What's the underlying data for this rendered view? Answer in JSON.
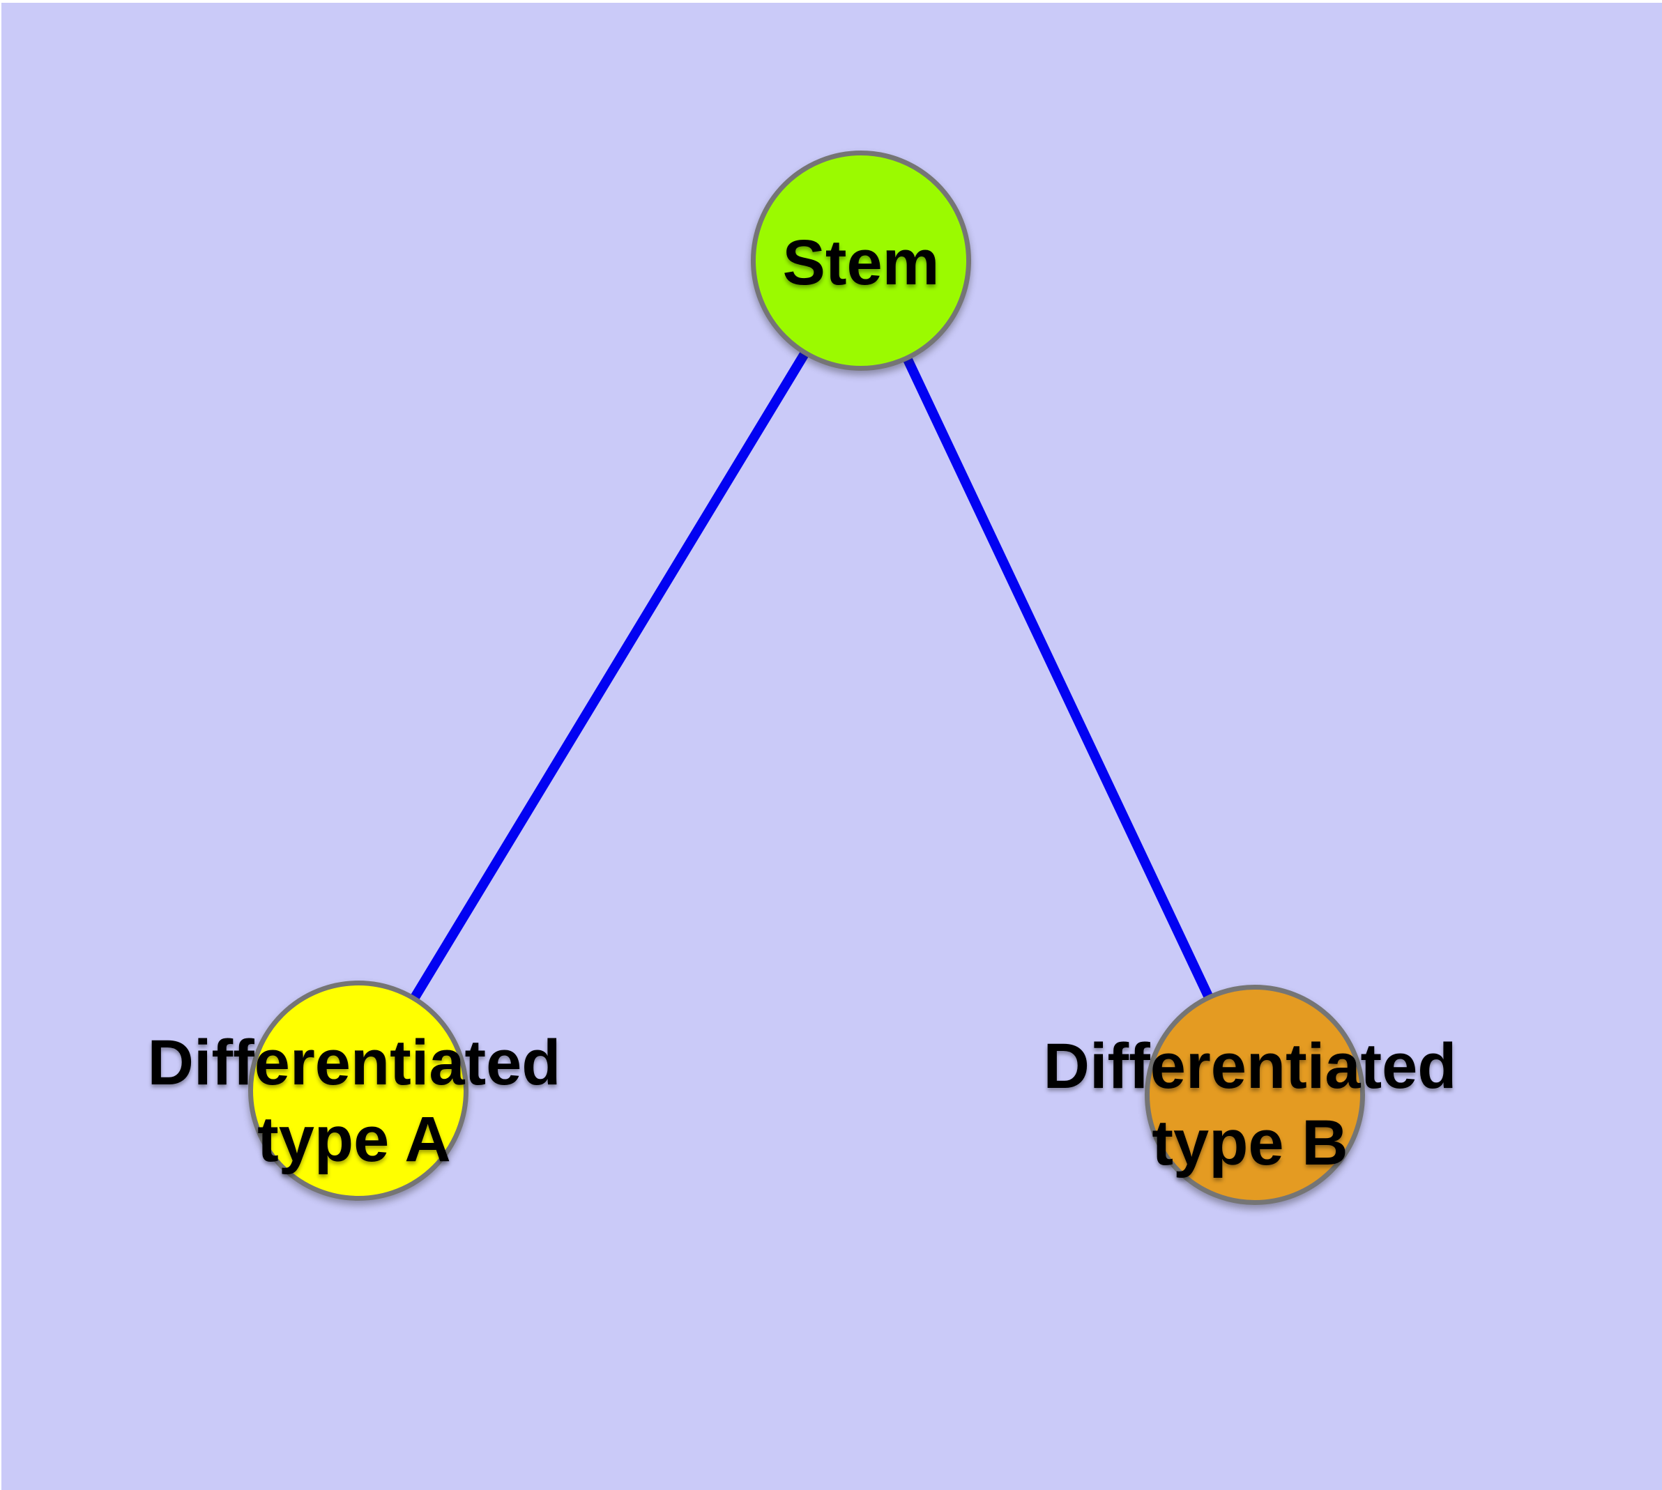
{
  "diagram": {
    "background_color": "#CACAF8",
    "page_margin_color": "#FFFFFF",
    "edge_color": "#0202F2",
    "node_border_color": "#757575",
    "label_color": "#000000",
    "nodes": [
      {
        "id": "stem",
        "label": "Stem",
        "label_line1": "Stem",
        "label_line2": "",
        "fill": "#9BFA00"
      },
      {
        "id": "type-a",
        "label": "Differentiated type A",
        "label_line1": "Differentiated",
        "label_line2": "type A",
        "fill": "#FFFF00"
      },
      {
        "id": "type-b",
        "label": "Differentiated type B",
        "label_line1": "Differentiated",
        "label_line2": "type B",
        "fill": "#E49B22"
      }
    ],
    "edges": [
      {
        "from": "Stem",
        "to": "Differentiated type A"
      },
      {
        "from": "Stem",
        "to": "Differentiated type B"
      }
    ]
  }
}
